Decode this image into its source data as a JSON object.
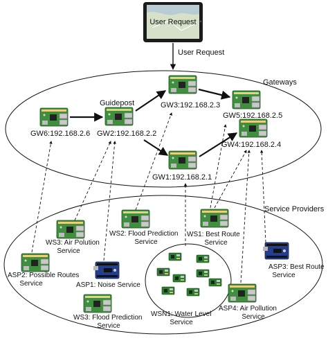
{
  "top": {
    "tablet_text": "User Request",
    "arrow_label": "User Request"
  },
  "gateways": {
    "group_label": "Gateways",
    "guidepost_label": "Guidepost",
    "gw1": "GW1:192.168.2.1",
    "gw2": "GW2:192.168.2.2",
    "gw3": "GW3:192.168.2.3",
    "gw4": "GW4:192.168.2.4",
    "gw5": "GW5:192.168.2.5",
    "gw6": "GW6:192.168.2.6"
  },
  "providers": {
    "group_label": "Service Providers",
    "asp2": [
      "ASP2: Possible Routes",
      "Service"
    ],
    "ws3_air": [
      "WS3: Air Polution",
      "Service"
    ],
    "ws2_flood": [
      "WS2: Flood Prediction",
      "Service"
    ],
    "ws1_route": [
      "WS1: Best Route",
      "Service"
    ],
    "asp1": [
      "ASP1: Noise Service"
    ],
    "ws3_flood": [
      "WS3: Flood Prediction",
      "Service"
    ],
    "wsn1": [
      "WSN1: Water Level",
      "Service"
    ],
    "asp4": [
      "ASP4: Air Pollution",
      "Service"
    ],
    "asp3": [
      "ASP3: Best Route",
      "Service"
    ]
  },
  "colors": {
    "board_green": "#3f8f3f",
    "board_dark": "#2e6e31",
    "arduino_blue": "#243e8c",
    "line": "#111111"
  },
  "icons": {
    "tablet": "tablet-map-icon",
    "gateway": "raspberry-pi-board-icon",
    "arduino": "arduino-board-icon",
    "sensor": "sensor-node-icon"
  }
}
